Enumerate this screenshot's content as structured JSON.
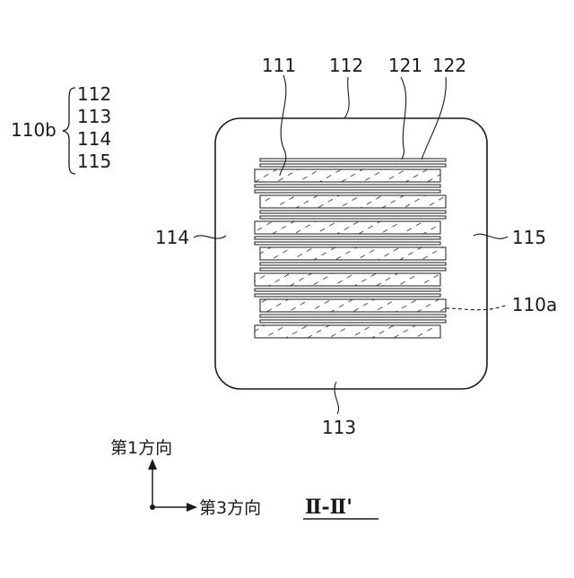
{
  "labels": {
    "l111": "111",
    "l112": "112",
    "l121": "121",
    "l122": "122",
    "l113": "113",
    "l114": "114",
    "l115": "115",
    "l110a": "110a",
    "group_title": "110b",
    "group_items": [
      "112",
      "113",
      "114",
      "115"
    ]
  },
  "axes": {
    "first_direction": "第1方向",
    "third_direction": "第3方向"
  },
  "section_label": "Ⅱ-Ⅱ'",
  "colors": {
    "line": "#1a1a1a",
    "background": "#ffffff"
  }
}
